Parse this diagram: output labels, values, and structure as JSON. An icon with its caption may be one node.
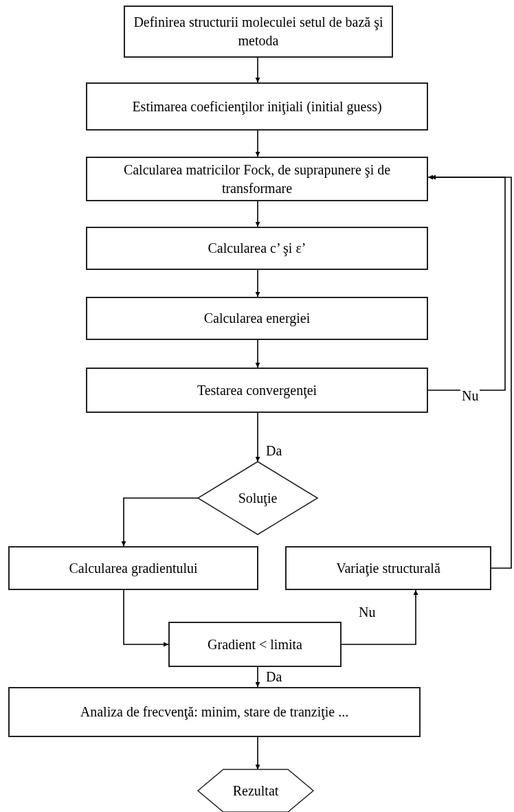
{
  "diagram": {
    "nodes": [
      {
        "text": [
          "Definirea structurii moleculei setul de bază şi metoda"
        ]
      },
      {
        "text": [
          "Estimarea coeficienţilor iniţiali (initial guess)"
        ]
      },
      {
        "text": [
          "Calcularea matricilor Fock, de suprapunere şi de transformare"
        ]
      },
      {
        "text": [
          "Calcularea c’ şi ε’"
        ]
      },
      {
        "text": [
          "Calcularea energiei"
        ]
      },
      {
        "text": [
          "Testarea convergenţei"
        ]
      },
      {
        "text": [
          "Soluţie"
        ]
      },
      {
        "text": [
          "Calcularea gradientului"
        ]
      },
      {
        "text": [
          "Variaţie structurală"
        ]
      },
      {
        "text": [
          "Gradient < limita"
        ]
      },
      {
        "text": [
          "Analiza de frecvenţă: minim, stare de tranziţie ..."
        ]
      },
      {
        "text": [
          "Rezultat"
        ]
      }
    ],
    "edges": [
      {
        "from": 0,
        "to": 1,
        "arrow": "to"
      },
      {
        "from": 1,
        "to": 2,
        "arrow": "to"
      },
      {
        "from": 2,
        "to": 3,
        "arrow": "to"
      },
      {
        "from": 3,
        "to": 4,
        "arrow": "to"
      },
      {
        "from": 4,
        "to": 5,
        "arrow": "to"
      },
      {
        "from": 5,
        "to": 2,
        "arrow": "to",
        "label": "Nu"
      },
      {
        "from": 5,
        "to": 6,
        "arrow": "to",
        "label": "Da"
      },
      {
        "from": 6,
        "to": 7,
        "arrow": "to"
      },
      {
        "from": 7,
        "to": 9,
        "arrow": "to"
      },
      {
        "from": 9,
        "to": 8,
        "arrow": "to",
        "label": "Nu"
      },
      {
        "from": 8,
        "to": 2,
        "arrow": "to"
      },
      {
        "from": 9,
        "to": 10,
        "arrow": "to",
        "label": "Da"
      },
      {
        "from": 10,
        "to": 11,
        "arrow": "to"
      }
    ]
  }
}
